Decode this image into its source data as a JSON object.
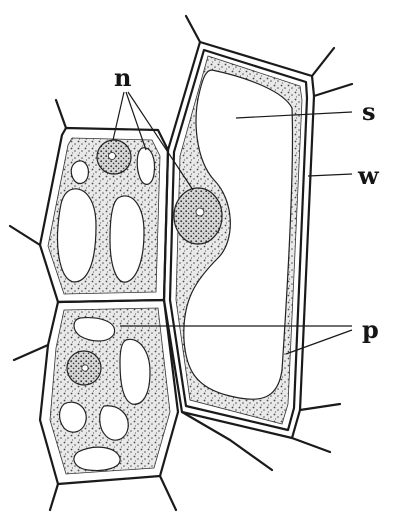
{
  "figure": {
    "labels": {
      "nucleus": "n",
      "sap_vacuole": "s",
      "cell_wall": "w",
      "protoplasm": "p"
    }
  }
}
